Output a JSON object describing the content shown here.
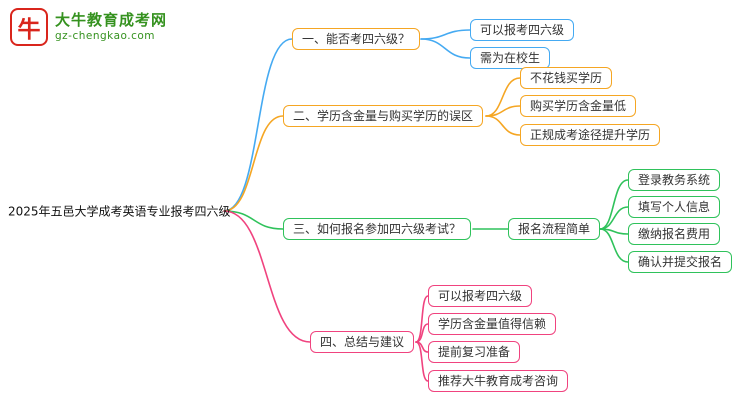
{
  "logo": {
    "icon_glyph": "牛",
    "title": "大牛教育成考网",
    "subtitle": "gz-chengkao.com",
    "brand_red": "#d9251c",
    "brand_green": "#35921f"
  },
  "root": {
    "label": "2025年五邑大学成考英语专业报考四六级"
  },
  "colors": {
    "blue": "#45aaf2",
    "orange": "#f5a623",
    "green": "#2fc25b",
    "pink": "#f0437f"
  },
  "branches": [
    {
      "label": "一、能否考四六级？",
      "color": "#45aaf2",
      "children": [
        {
          "label": "可以报考四六级"
        },
        {
          "label": "需为在校生"
        }
      ]
    },
    {
      "label": "二、学历含金量与购买学历的误区",
      "color": "#f5a623",
      "children": [
        {
          "label": "不花钱买学历"
        },
        {
          "label": "购买学历含金量低"
        },
        {
          "label": "正规成考途径提升学历"
        }
      ]
    },
    {
      "label": "三、如何报名参加四六级考试？",
      "color": "#2fc25b",
      "children": [
        {
          "label": "报名流程简单",
          "children": [
            {
              "label": "登录教务系统"
            },
            {
              "label": "填写个人信息"
            },
            {
              "label": "缴纳报名费用"
            },
            {
              "label": "确认并提交报名"
            }
          ]
        }
      ]
    },
    {
      "label": "四、总结与建议",
      "color": "#f0437f",
      "children": [
        {
          "label": "可以报考四六级"
        },
        {
          "label": "学历含金量值得信赖"
        },
        {
          "label": "提前复习准备"
        },
        {
          "label": "推荐大牛教育成考咨询"
        }
      ]
    }
  ]
}
